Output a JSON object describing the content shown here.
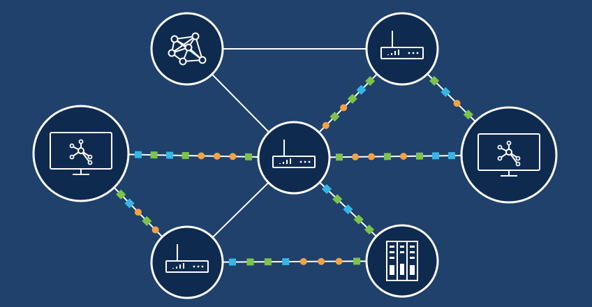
{
  "colors": {
    "background": "#1f416b",
    "node_fill": "#0f2a4f",
    "stroke": "#ffffff",
    "packet_blue": "#36b6e6",
    "packet_green": "#7cc24b",
    "packet_orange": "#f4a143"
  },
  "nodes": [
    {
      "id": "mesh",
      "icon": "mesh-network-icon"
    },
    {
      "id": "router-top-right",
      "icon": "router-icon"
    },
    {
      "id": "router-center",
      "icon": "router-icon"
    },
    {
      "id": "monitor-left",
      "icon": "monitor-hub-icon"
    },
    {
      "id": "monitor-right",
      "icon": "monitor-hub-icon"
    },
    {
      "id": "router-bottom-left",
      "icon": "router-icon"
    },
    {
      "id": "server-bottom-right",
      "icon": "server-rack-icon"
    }
  ],
  "links": [
    {
      "from": "mesh",
      "to": "router-top-right",
      "style": "plain"
    },
    {
      "from": "mesh",
      "to": "router-center",
      "style": "plain"
    },
    {
      "from": "router-center",
      "to": "router-bottom-left",
      "style": "plain"
    },
    {
      "from": "monitor-left",
      "to": "router-center",
      "style": "packets",
      "pattern": [
        "blue",
        "green",
        "blue",
        "green",
        "orange",
        "orange",
        "orange",
        "green"
      ]
    },
    {
      "from": "router-center",
      "to": "monitor-right",
      "style": "packets",
      "pattern": [
        "green",
        "orange",
        "orange",
        "green",
        "orange",
        "green",
        "blue",
        "blue"
      ]
    },
    {
      "from": "router-center",
      "to": "router-top-right",
      "style": "packets",
      "pattern": [
        "orange",
        "green",
        "orange",
        "green",
        "blue",
        "green"
      ]
    },
    {
      "from": "router-top-right",
      "to": "monitor-right",
      "style": "packets",
      "pattern": [
        "green",
        "blue",
        "orange",
        "green"
      ]
    },
    {
      "from": "monitor-left",
      "to": "router-bottom-left",
      "style": "packets",
      "pattern": [
        "green",
        "blue",
        "orange",
        "green",
        "orange"
      ]
    },
    {
      "from": "router-center",
      "to": "server-bottom-right",
      "style": "packets",
      "pattern": [
        "blue",
        "green",
        "blue",
        "green",
        "green"
      ]
    },
    {
      "from": "router-bottom-left",
      "to": "server-bottom-right",
      "style": "packets",
      "pattern": [
        "blue",
        "green",
        "green",
        "blue",
        "orange",
        "orange",
        "orange",
        "green"
      ]
    }
  ]
}
